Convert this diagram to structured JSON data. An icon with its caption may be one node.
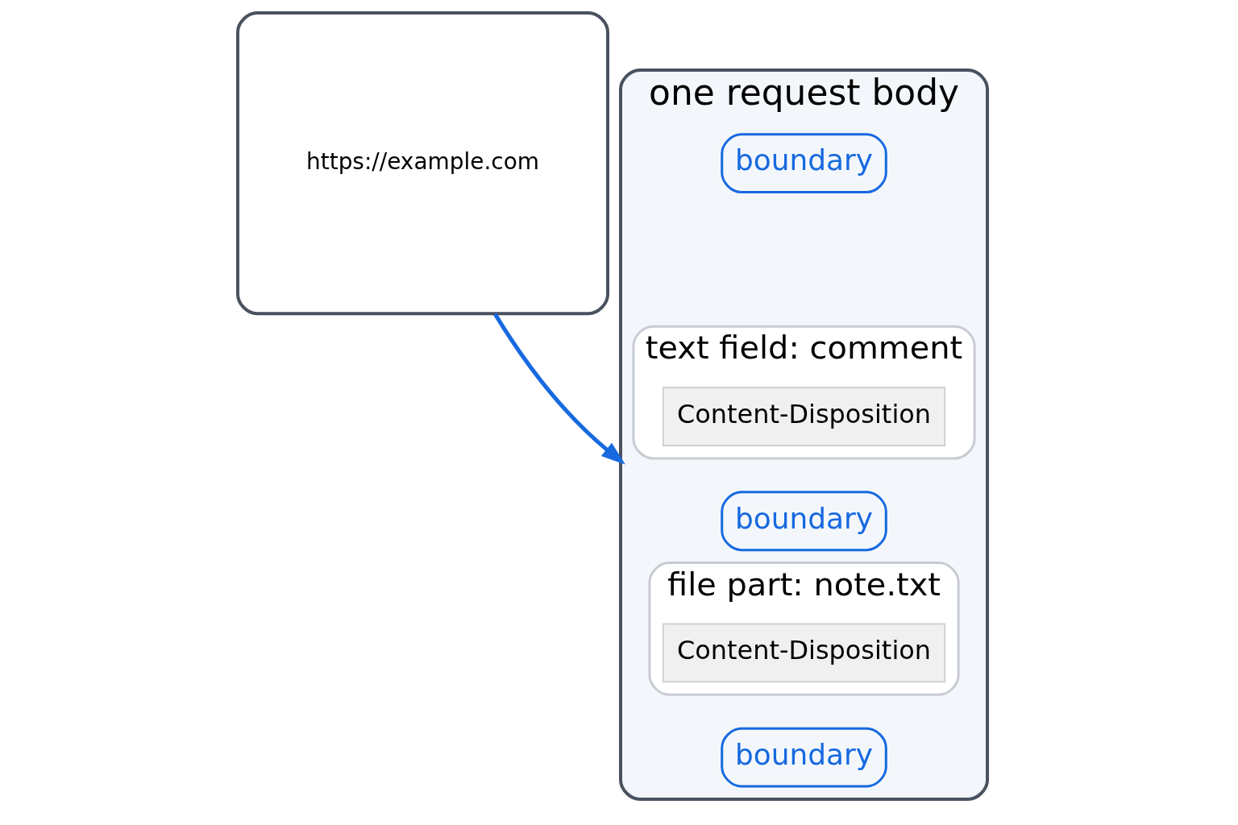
{
  "diagram": {
    "nodes": [
      {
        "text": [
          "https://example.com"
        ]
      },
      {
        "text": [
          "one request body"
        ]
      },
      {
        "text": [
          "boundary"
        ],
        "in": 1
      },
      {
        "text": [
          "text field: comment"
        ],
        "in": 1
      },
      {
        "text": [
          "Content-Disposition"
        ],
        "in": 3
      },
      {
        "text": [
          "boundary"
        ],
        "in": 1
      },
      {
        "text": [
          "file part: note.txt"
        ],
        "in": 1
      },
      {
        "text": [
          "Content-Disposition"
        ],
        "in": 6
      },
      {
        "text": [
          "boundary"
        ],
        "in": 1
      }
    ],
    "edges": [
      {
        "from": 0,
        "to": 1,
        "arrow": "to",
        "color": "#1769e0"
      }
    ]
  }
}
